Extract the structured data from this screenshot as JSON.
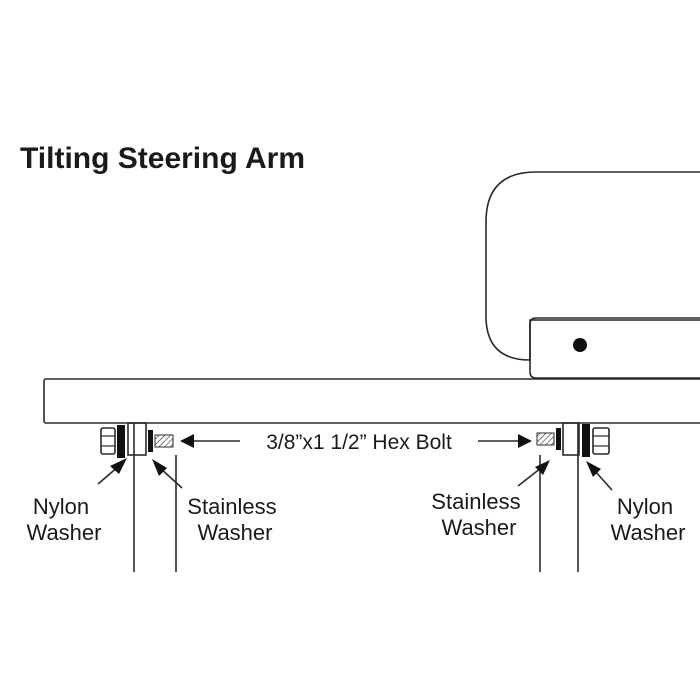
{
  "title": "Tilting Steering Arm",
  "callouts": {
    "bolt": "3/8”x1 1/2” Hex Bolt",
    "left_nylon": [
      "Nylon",
      "Washer"
    ],
    "left_stainless": [
      "Stainless",
      "Washer"
    ],
    "right_stainless": [
      "Stainless",
      "Washer"
    ],
    "right_nylon": [
      "Nylon",
      "Washer"
    ]
  },
  "colors": {
    "line": "#2a2a2a",
    "text": "#1a1a1a",
    "background": "#ffffff"
  }
}
